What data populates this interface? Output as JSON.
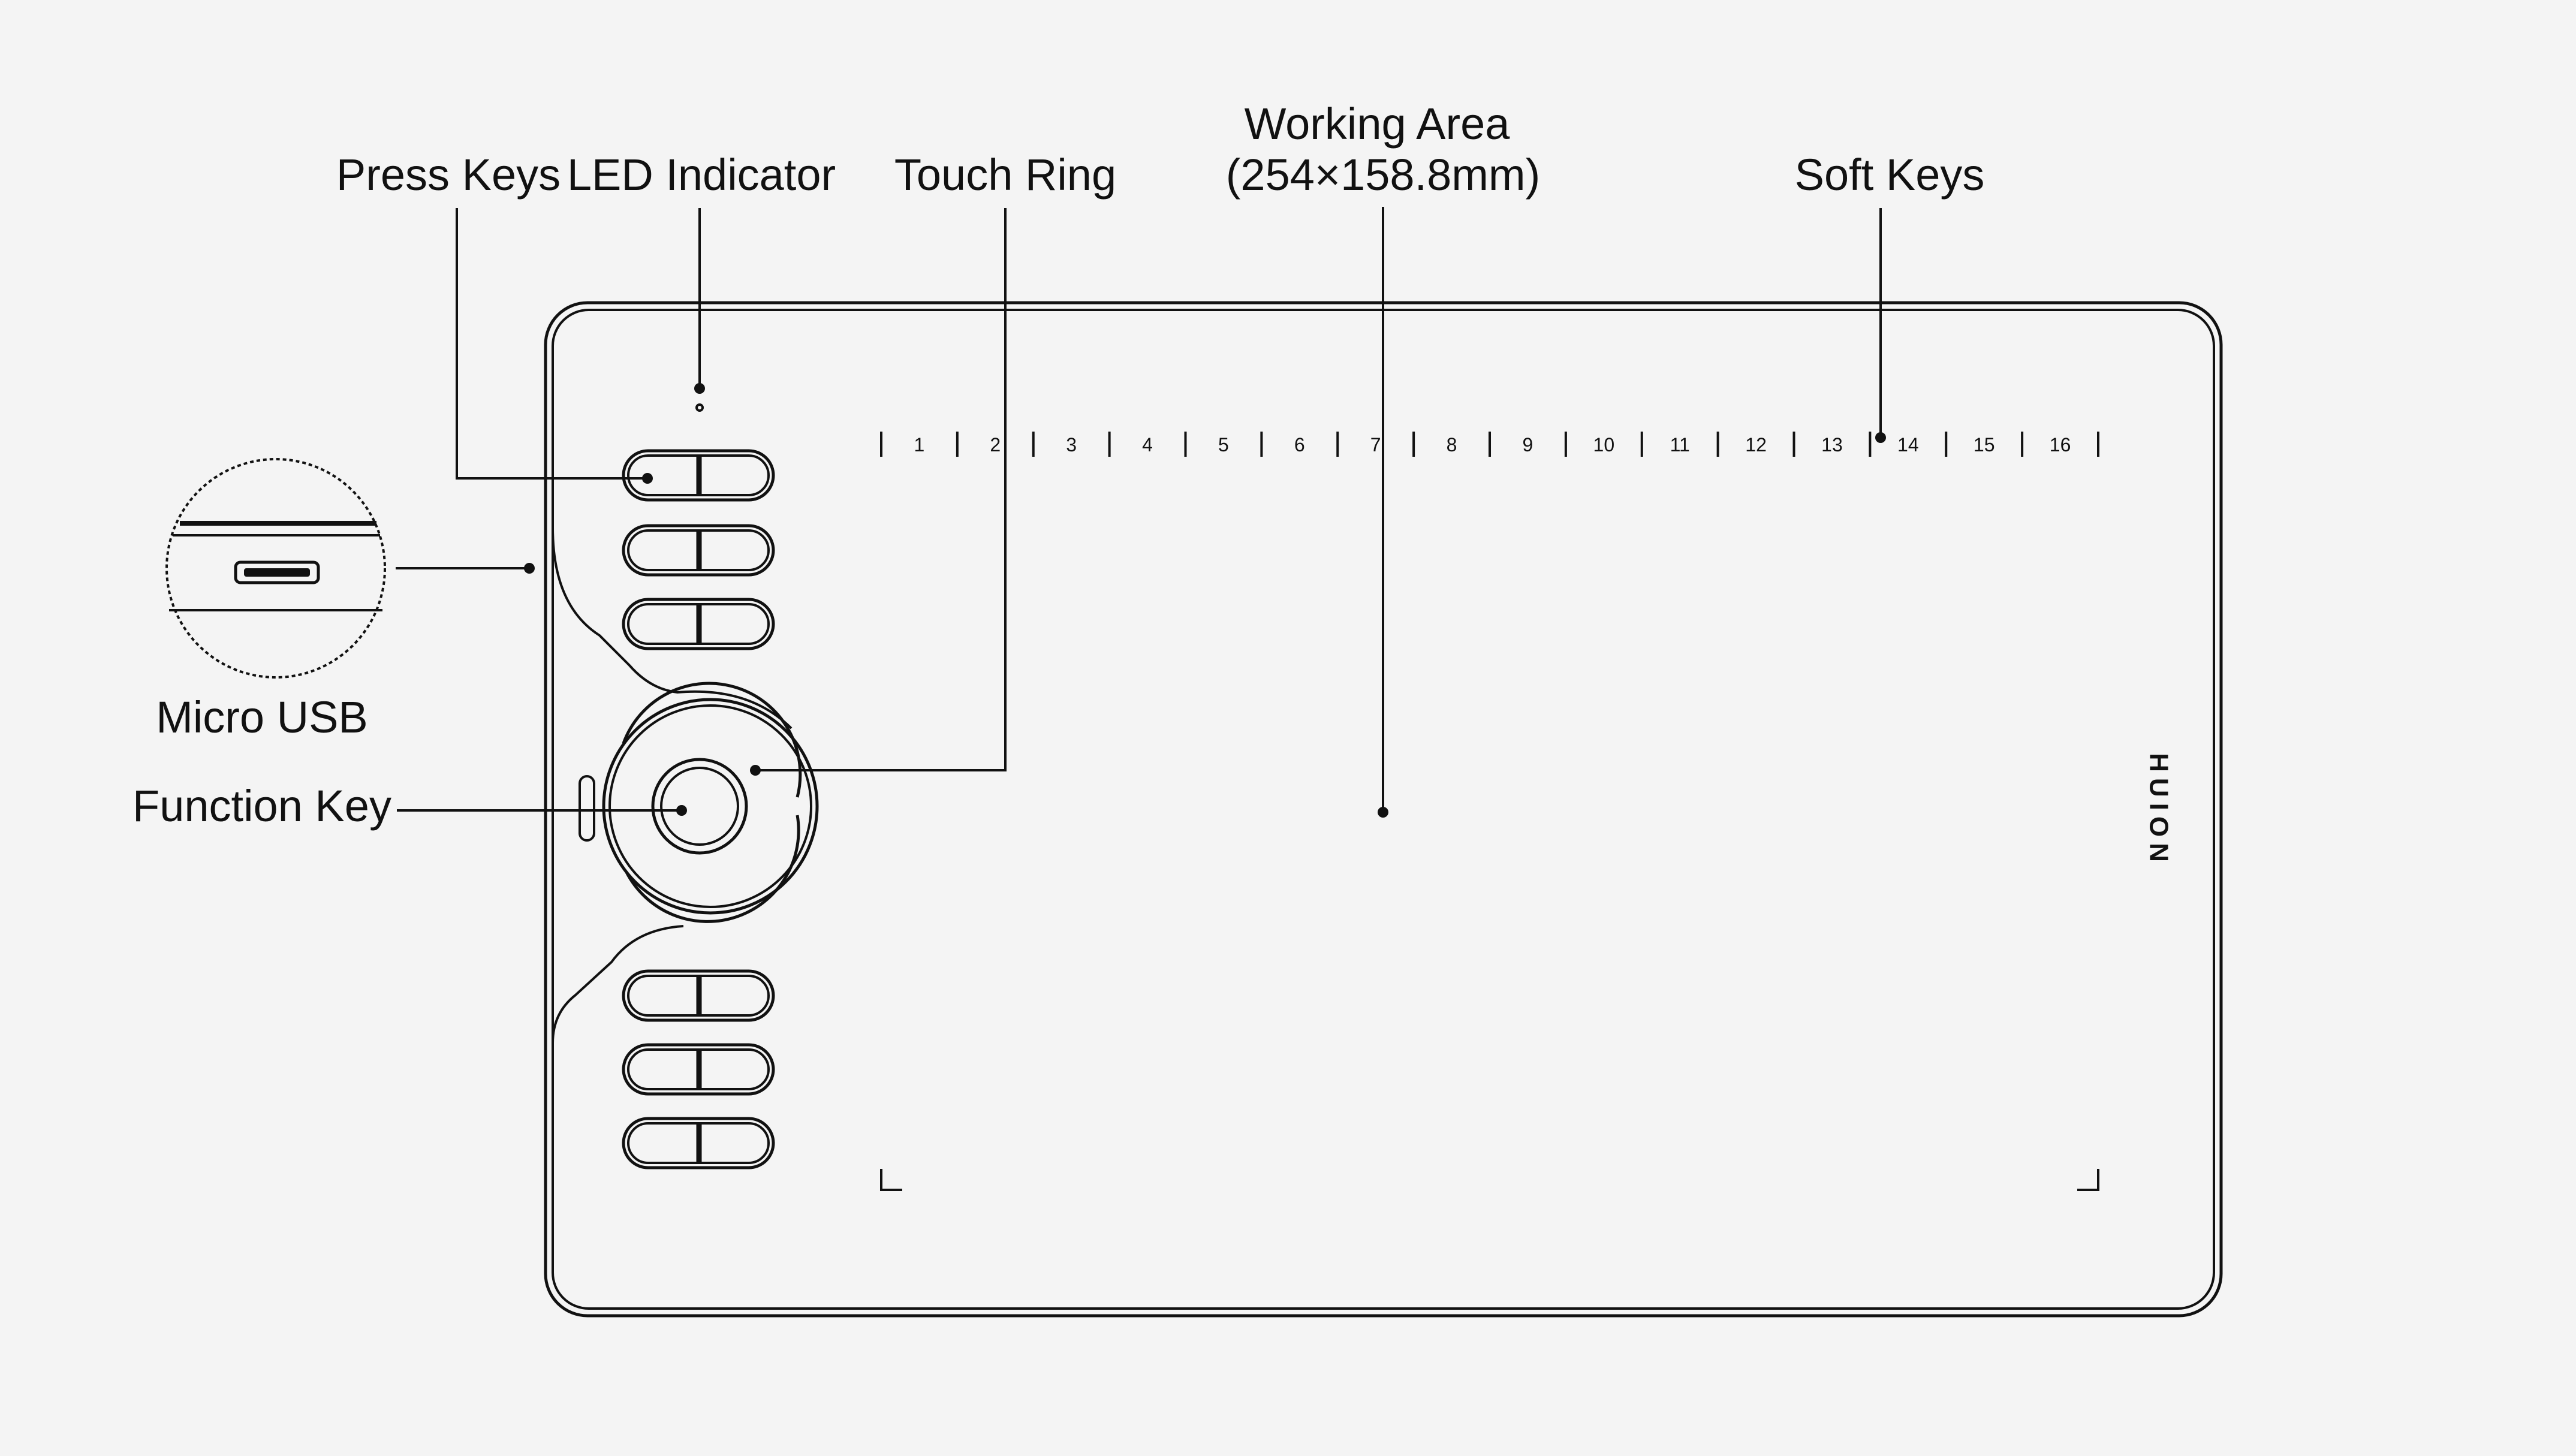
{
  "labels": {
    "press_keys": "Press Keys",
    "led_indicator": "LED Indicator",
    "touch_ring": "Touch Ring",
    "working_area_line1": "Working Area",
    "working_area_line2": "(254×158.8mm)",
    "soft_keys": "Soft Keys",
    "micro_usb": "Micro USB",
    "function_key": "Function Key"
  },
  "soft_keys": [
    "1",
    "2",
    "3",
    "4",
    "5",
    "6",
    "7",
    "8",
    "9",
    "10",
    "11",
    "12",
    "13",
    "14",
    "15",
    "16"
  ],
  "brand": "HUION",
  "colors": {
    "background": "#f4f4f4",
    "line": "#111111"
  }
}
